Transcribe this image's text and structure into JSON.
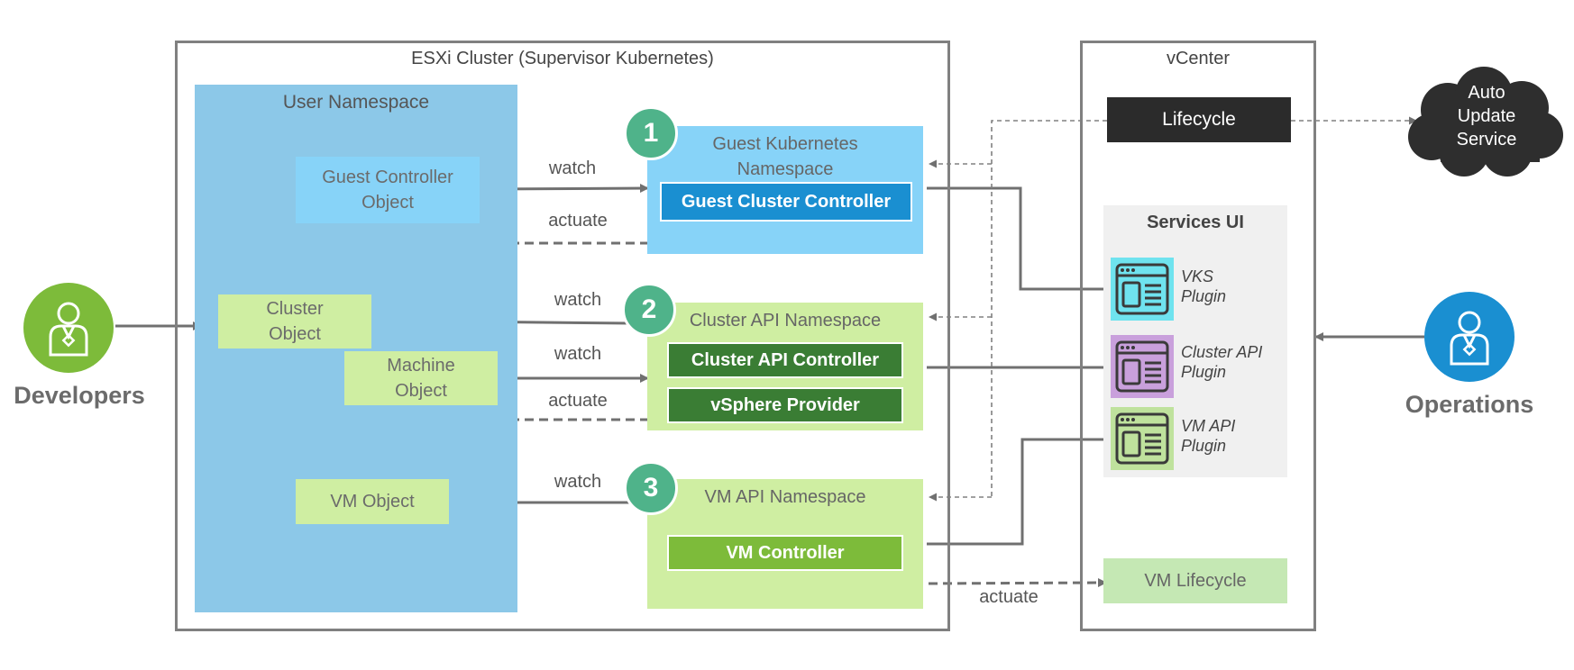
{
  "esxi": {
    "title": "ESXi Cluster (Supervisor Kubernetes)"
  },
  "vcenter": {
    "title": "vCenter",
    "lifecycle": "Lifecycle",
    "vm_lifecycle": "VM Lifecycle"
  },
  "user_ns": {
    "title": "User Namespace",
    "guest_controller_object": [
      "Guest Controller",
      "Object"
    ],
    "cluster_object": [
      "Cluster",
      "Object"
    ],
    "machine_object": [
      "Machine",
      "Object"
    ],
    "vm_object": "VM Object"
  },
  "guest_ns": {
    "badge": "1",
    "title": [
      "Guest Kubernetes",
      "Namespace"
    ],
    "controller": "Guest Cluster Controller"
  },
  "capi_ns": {
    "badge": "2",
    "title": "Cluster API Namespace",
    "controller": "Cluster API Controller",
    "provider": "vSphere Provider"
  },
  "vmapi_ns": {
    "badge": "3",
    "title": "VM API Namespace",
    "controller": "VM Controller"
  },
  "edges": {
    "watch1": "watch",
    "actuate1": "actuate",
    "watch2": "watch",
    "watch3": "watch",
    "actuate2": "actuate",
    "watch4": "watch",
    "actuate3": "actuate"
  },
  "services_ui": {
    "title": "Services UI",
    "plugins": [
      {
        "name": [
          "VKS",
          "Plugin"
        ],
        "color": "#6fe3ef"
      },
      {
        "name": [
          "Cluster API",
          "Plugin"
        ],
        "color": "#c9a0dc"
      },
      {
        "name": [
          "VM API",
          "Plugin"
        ],
        "color": "#bfe29d"
      }
    ]
  },
  "auto_update": [
    "Auto",
    "Update",
    "Service"
  ],
  "actors": {
    "developers": "Developers",
    "operations": "Operations"
  },
  "colors": {
    "user_ns": "#8cc8e8",
    "guest_ns": "#87d3f8",
    "capi_ns": "#cfeea2",
    "guest_controller": "#1a8fd1",
    "capi_controller": "#3a7d34",
    "vm_controller": "#7dbb3a",
    "badge": "#4fb38a",
    "developers": "#7dbb3a",
    "operations": "#1a8fd1",
    "lifecycle": "#2b2b2b",
    "vm_lifecycle": "#c5e8b4"
  }
}
